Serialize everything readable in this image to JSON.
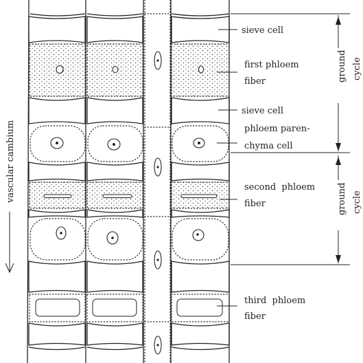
{
  "labels": {
    "sieve_cell_1": "sieve cell",
    "first_fiber_l1": "first phloem",
    "first_fiber_l2": "fiber",
    "sieve_cell_2": "sieve cell",
    "parenchyma_l1": "phloem paren-",
    "parenchyma_l2": "chyma cell",
    "second_fiber_l1": "second  phloem",
    "second_fiber_l2": "fiber",
    "third_fiber_l1": "third  phloem",
    "third_fiber_l2": "fiber"
  },
  "cycle_labels": {
    "upper_l1": "ground",
    "upper_l2": "cycle",
    "lower_l1": "ground",
    "lower_l2": "cycle"
  },
  "side_label": "vascular cambium"
}
